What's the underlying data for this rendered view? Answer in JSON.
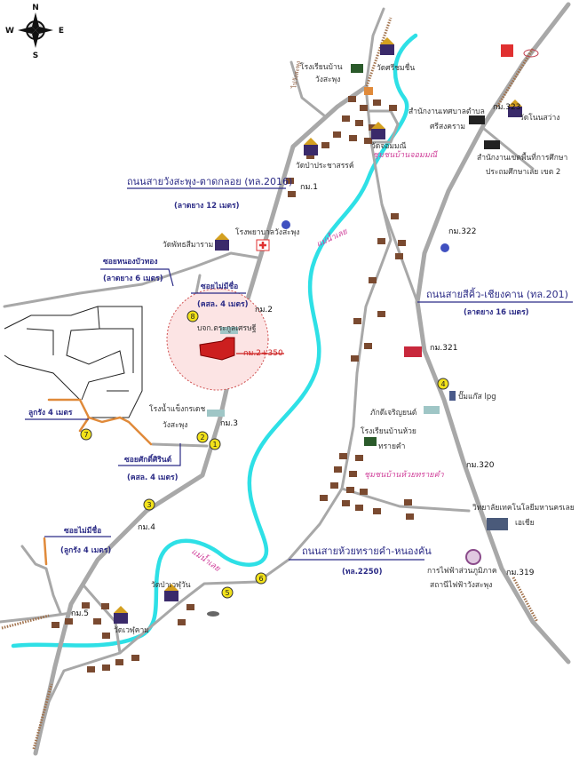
{
  "compass": {
    "n": "N",
    "s": "S",
    "e": "E",
    "w": "W"
  },
  "roads": {
    "r2016": {
      "name": "ถนนสายวังสะพุง-ตาดกลอย (ทล.2016)",
      "spec": "(ลาดยาง 12 เมตร)"
    },
    "soi_nongbuathong": {
      "name": "ซอยหนองบัวทอง",
      "spec": "(ลาดยาง 6 เมตร)"
    },
    "soi_noname1": {
      "name": "ซอยไม่มีชื่อ",
      "spec": "(คสล. 4 เมตร)"
    },
    "r201": {
      "name": "ถนนสายสีคิ้ว-เชียงคาน (ทล.201)",
      "spec": "(ลาดยาง 16 เมตร)"
    },
    "laterite": {
      "name": "ลูกรัง 4 เมตร"
    },
    "soi_saksirin": {
      "name": "ซอยศักดิ์ศิรินต์",
      "spec": "(คสล. 4 เมตร)"
    },
    "soi_noname2": {
      "name": "ซอยไม่มีชื่อ",
      "spec": "(ลูกรัง 4 เมตร)"
    },
    "r2250": {
      "name": "ถนนสายห้วยทรายคำ-หนองคัน",
      "spec": "(ทล.2250)"
    },
    "dir_north": "ไปวังสะพุง"
  },
  "places": {
    "school_wangsaphung": [
      "โรงเรียนบ้าน",
      "วังสะพุง"
    ],
    "wat_srichomchuen": "วัดศรีชมชื่น",
    "municipal_office": [
      "สำนักงานเทศบาลตำบล",
      "ศรีสงคราม"
    ],
    "wat_nonsawang": "วัดโนนสว่าง",
    "edu_office": [
      "สำนักงานเขตพื้นที่การศึกษา",
      "ประถมศึกษาเลย เขต 2"
    ],
    "wat_chommani": "วัดจอมมณี",
    "community_chommani": "ชุมชนบ้านจอมมณี",
    "wat_paprachasan": "วัดป่าประชาสรรค์",
    "hospital": "โรงพยาบาลวังสะพุง",
    "wat_phatthasima": "วัดพัทธสีมาราม",
    "river1": "แม่น้ำเลย",
    "company": "บจก.ตระกูลเศรษฐี",
    "gas_station": "ปั๊มแก๊ส lpg",
    "ice_factory": [
      "โรงน้ำแข็งกรเดช",
      "วังสะพุง"
    ],
    "phakdee": "ภักดีเจริญยนต์",
    "school_huaisaikham": [
      "โรงเรียนบ้านห้วย",
      "ทรายคำ"
    ],
    "community_huaisaikham": "ชุมชนบ้านห้วยทรายคำ",
    "college": [
      "วิทยาลัยเทคโนโลยีมหานครเลย",
      "เอเชีย"
    ],
    "pea": [
      "การไฟฟ้าส่วนภูมิภาค",
      "สถานีไฟฟ้าวังสะพุง"
    ],
    "wat_pawelu": "วัดป่าเวฬุวัน",
    "wat_welukham": "วัดเวฬุคาม",
    "river2": "แม่น้ำเลย"
  },
  "km_markers": [
    "กม.1",
    "กม.2",
    "กม.2+350",
    "กม.3",
    "กม.4",
    "กม.5",
    "กม.319",
    "กม.320",
    "กม.321",
    "กม.322",
    "กม.323"
  ],
  "numbered_points": [
    "1",
    "2",
    "3",
    "4",
    "5",
    "6",
    "7",
    "8"
  ],
  "colors": {
    "road": "#a8a8a8",
    "river": "#2ee0e6",
    "label": "#2b2b86",
    "site": "#cc1f1f",
    "house": "#7a4a30"
  }
}
